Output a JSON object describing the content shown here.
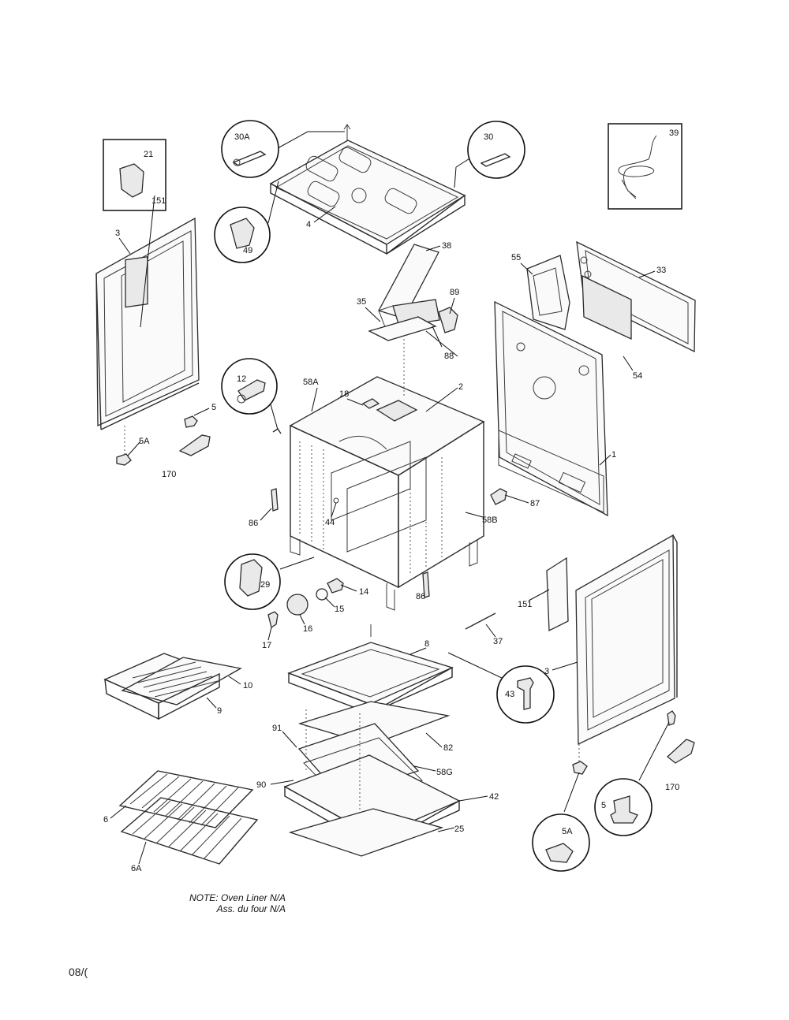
{
  "labels": {
    "l30A": "30A",
    "l30": "30",
    "l39": "39",
    "l21": "21",
    "l3a": "3",
    "l4": "4",
    "l49": "49",
    "l38": "38",
    "l55": "55",
    "l33": "33",
    "l35": "35",
    "l89": "89",
    "l88": "88",
    "l151a": "151",
    "l54": "54",
    "l12": "12",
    "l18": "18",
    "l58A": "58A",
    "l2": "2",
    "l5a": "5",
    "l5Aa": "5A",
    "l170a": "170",
    "l1": "1",
    "l87": "87",
    "l86a": "86",
    "l44": "44",
    "l58B": "58B",
    "l29": "29",
    "l14": "14",
    "l15": "15",
    "l16": "16",
    "l17": "17",
    "l86b": "86",
    "l151b": "151",
    "l37": "37",
    "l8": "8",
    "l3b": "3",
    "l10": "10",
    "l9": "9",
    "l43": "43",
    "l91": "91",
    "l82": "82",
    "l58G": "58G",
    "l90": "90",
    "l42": "42",
    "l6": "6",
    "l6A": "6A",
    "l25": "25",
    "l5b": "5",
    "l5Ab": "5A",
    "l170b": "170"
  },
  "note": {
    "line1": "NOTE: Oven Liner N/A",
    "line2": "Ass. du four N/A"
  },
  "footer": "08/("
}
